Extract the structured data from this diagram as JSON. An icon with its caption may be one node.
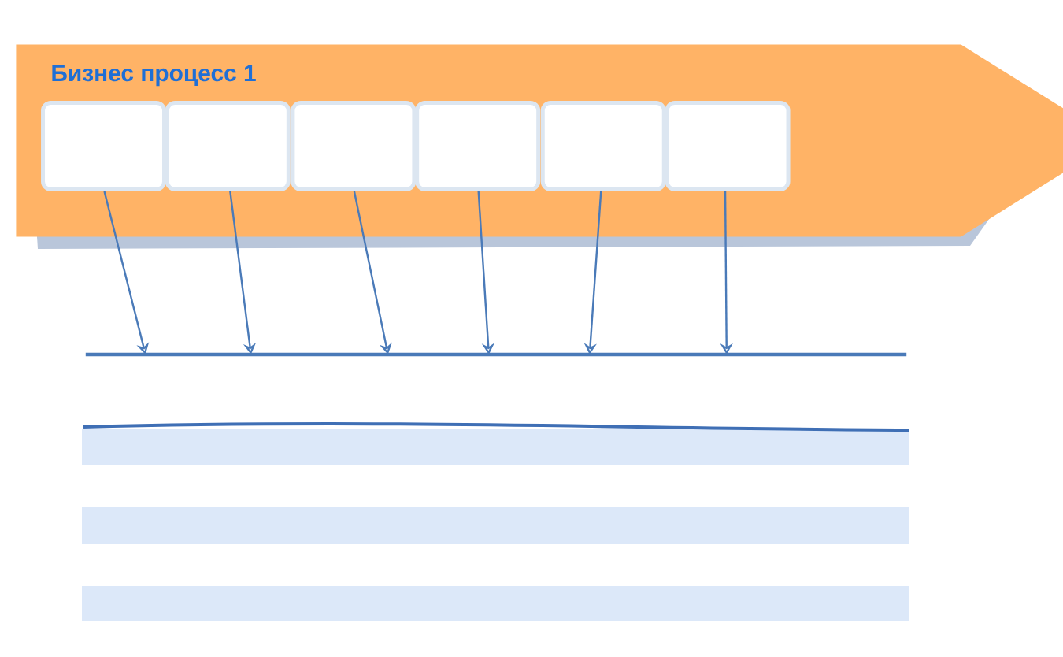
{
  "diagram": {
    "nodes": [
      {
        "text": [
          "Бизнес процесс 1"
        ]
      },
      {
        "text": [],
        "shape": "box",
        "in": 0
      },
      {
        "text": [],
        "shape": "box",
        "in": 0
      },
      {
        "text": [],
        "shape": "box",
        "in": 0
      },
      {
        "text": [],
        "shape": "box",
        "in": 0
      },
      {
        "text": [],
        "shape": "box",
        "in": 0
      },
      {
        "text": [],
        "shape": "box",
        "in": 0
      },
      {
        "text": [],
        "shape": "bar"
      }
    ],
    "edges": [
      {
        "from": 1,
        "to": 7,
        "arrow": "to"
      },
      {
        "from": 2,
        "to": 7,
        "arrow": "to"
      },
      {
        "from": 3,
        "to": 7,
        "arrow": "to"
      },
      {
        "from": 4,
        "to": 7,
        "arrow": "to"
      },
      {
        "from": 5,
        "to": 7,
        "arrow": "to"
      },
      {
        "from": 6,
        "to": 7,
        "arrow": "to"
      }
    ]
  }
}
